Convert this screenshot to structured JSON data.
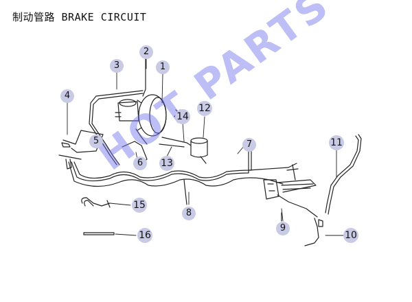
{
  "header": {
    "title": "制动管路 BRAKE CIRCUIT"
  },
  "watermark": "HOT PARTS",
  "callouts": [
    "1",
    "2",
    "3",
    "4",
    "5",
    "6",
    "7",
    "8",
    "9",
    "10",
    "11",
    "12",
    "13",
    "14",
    "15",
    "16"
  ],
  "colors": {
    "badge_fill": "#c9cbe6",
    "line": "#222222",
    "watermark": "#6e6eeb"
  }
}
